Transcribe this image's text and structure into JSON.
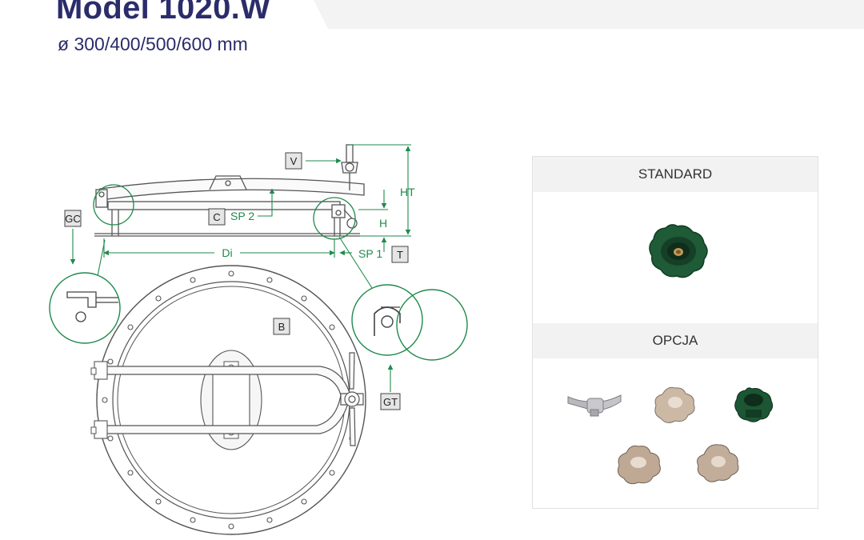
{
  "header": {
    "title": "Model 1020.W",
    "subtitle": "ø 300/400/500/600 mm"
  },
  "drawing_labels": {
    "v": "V",
    "ht": "HT",
    "gc": "GC",
    "c": "C",
    "sp2": "SP 2",
    "h": "H",
    "di": "Di",
    "sp1": "SP 1",
    "t": "T",
    "b": "B",
    "gt": "GT"
  },
  "panel": {
    "standard_label": "STANDARD",
    "option_label": "OPCJA"
  },
  "colors": {
    "title": "#2b2c6b",
    "dimension_green": "#1f8a4c",
    "knob_green": "#1d5a35",
    "line_gray": "#555555"
  },
  "icons": [
    "green-knob-icon",
    "wing-nut-icon",
    "star-knob-icon"
  ]
}
